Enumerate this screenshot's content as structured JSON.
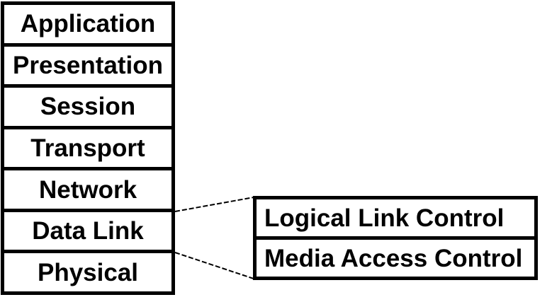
{
  "colors": {
    "ink": "#000000",
    "paper": "#ffffff"
  },
  "osi_stack": {
    "layers": [
      "Application",
      "Presentation",
      "Session",
      "Transport",
      "Network",
      "Data Link",
      "Physical"
    ]
  },
  "sublayers": {
    "items": [
      "Logical Link Control",
      "Media Access Control"
    ]
  }
}
